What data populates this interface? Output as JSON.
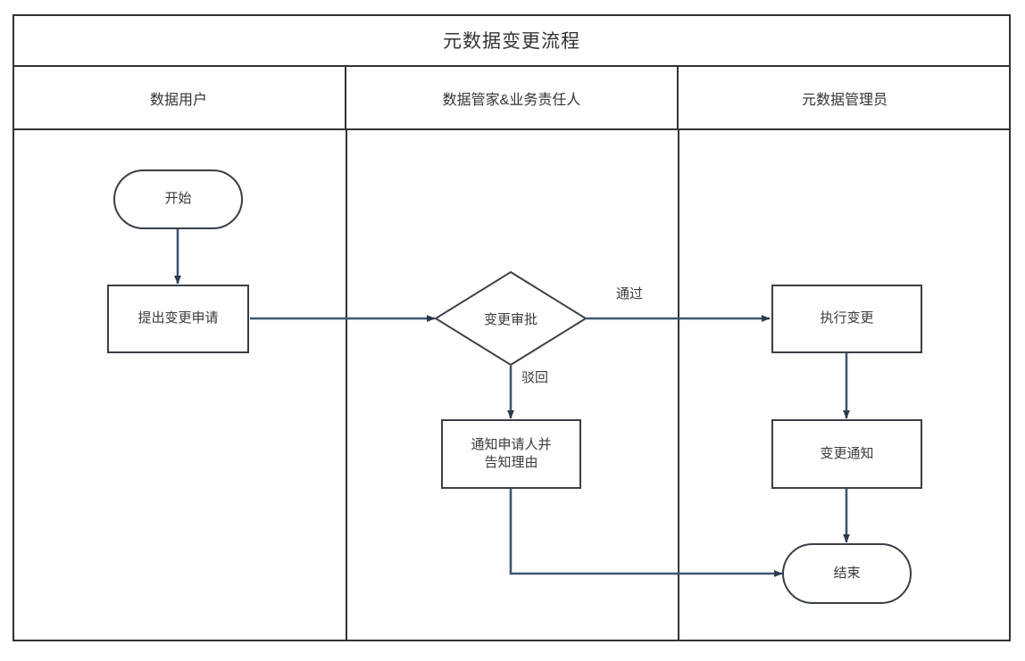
{
  "diagram": {
    "title": "元数据变更流程",
    "type": "swimlane-flowchart",
    "border_color": "#333333",
    "node_border_color": "#3a3f46",
    "connector_color": "#3f5572"
  },
  "lanes": [
    {
      "id": "lane-data-user",
      "label": "数据用户"
    },
    {
      "id": "lane-data-steward",
      "label": "数据管家&业务责任人"
    },
    {
      "id": "lane-metadata-admin",
      "label": "元数据管理员"
    }
  ],
  "nodes": [
    {
      "id": "start",
      "label": "开始",
      "shape": "terminator",
      "lane": 0
    },
    {
      "id": "submit",
      "label": "提出变更申请",
      "shape": "process",
      "lane": 0
    },
    {
      "id": "approval",
      "label": "变更审批",
      "shape": "decision",
      "lane": 1
    },
    {
      "id": "notify",
      "label": "通知申请人并\n告知理由",
      "shape": "process",
      "lane": 1
    },
    {
      "id": "execute",
      "label": "执行变更",
      "shape": "process",
      "lane": 2
    },
    {
      "id": "change-notice",
      "label": "变更通知",
      "shape": "process",
      "lane": 2
    },
    {
      "id": "end",
      "label": "结束",
      "shape": "terminator",
      "lane": 2
    }
  ],
  "node_labels": {
    "start": "开始",
    "submit": "提出变更申请",
    "approval": "变更审批",
    "notify_line1": "通知申请人并",
    "notify_line2": "告知理由",
    "execute": "执行变更",
    "change_notice": "变更通知",
    "end": "结束"
  },
  "edges": [
    {
      "id": "e-start-submit",
      "from": "start",
      "to": "submit",
      "label": ""
    },
    {
      "id": "e-submit-approval",
      "from": "submit",
      "to": "approval",
      "label": ""
    },
    {
      "id": "e-approval-execute",
      "from": "approval",
      "to": "execute",
      "label": "通过"
    },
    {
      "id": "e-approval-notify",
      "from": "approval",
      "to": "notify",
      "label": "驳回"
    },
    {
      "id": "e-execute-notice",
      "from": "execute",
      "to": "change-notice",
      "label": ""
    },
    {
      "id": "e-notice-end",
      "from": "change-notice",
      "to": "end",
      "label": ""
    },
    {
      "id": "e-notify-end",
      "from": "notify",
      "to": "end",
      "label": ""
    }
  ],
  "edge_labels": {
    "approve": "通过",
    "reject": "驳回"
  }
}
